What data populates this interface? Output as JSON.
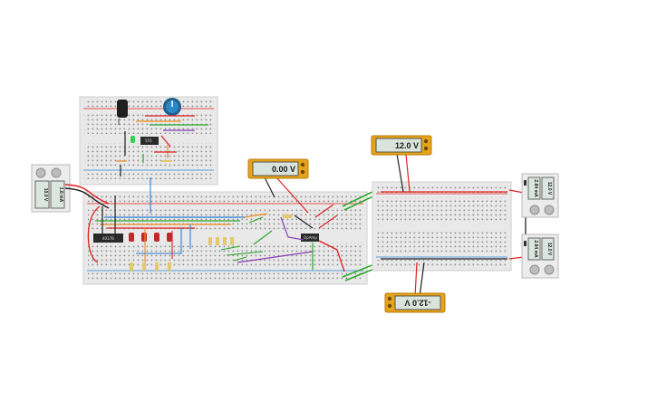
{
  "readouts": {
    "meter_top_left": "0.00 V",
    "meter_top_right": "12.0 V",
    "meter_bottom": "-12.0 V"
  },
  "power_supplies": {
    "left": {
      "voltage": "10.0 V",
      "current": "1.6 mA"
    },
    "right_top": {
      "voltage": "12.0 V",
      "current": "2.84 mA"
    },
    "right_bottom": {
      "voltage": "12.0 V",
      "current": "2.84 mA"
    }
  },
  "chips": {
    "timer": "555",
    "counter": "4017B",
    "opamp": "OpAmp"
  },
  "colors": {
    "breadboard": "#e9e9e9",
    "meter_body": "#e8a317",
    "lcd": "#d9e4dc",
    "wire_red": "#e02020",
    "wire_green": "#2ea82e",
    "wire_blue": "#2a7fd4",
    "wire_orange": "#f08a1c",
    "wire_purple": "#8a3fb8",
    "wire_black": "#222222"
  }
}
